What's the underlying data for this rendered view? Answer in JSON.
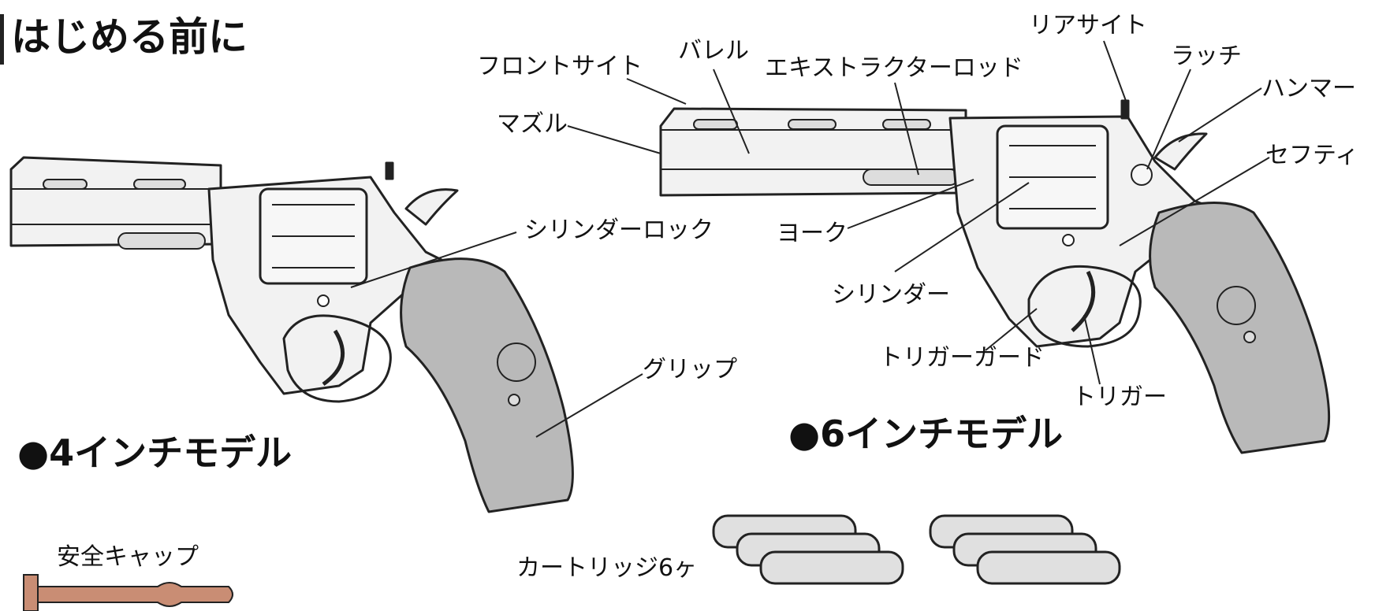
{
  "title": "はじめる前に",
  "models": {
    "four_inch": "●4インチモデル",
    "six_inch": "●6インチモデル"
  },
  "labels": {
    "front_sight": "フロントサイト",
    "barrel": "バレル",
    "extractor_rod": "エキストラクターロッド",
    "rear_sight": "リアサイト",
    "latch": "ラッチ",
    "hammer": "ハンマー",
    "muzzle": "マズル",
    "safety": "セフティ",
    "cylinder_lock": "シリンダーロック",
    "yoke": "ヨーク",
    "cylinder": "シリンダー",
    "grip": "グリップ",
    "trigger_guard": "トリガーガード",
    "trigger": "トリガー",
    "safety_cap": "安全キャップ",
    "cartridges": "カートリッジ6ヶ"
  },
  "colors": {
    "line": "#222222",
    "gun_fill": "#f2f2f2",
    "grip_fill": "#b9b9b9",
    "cartridge_fill": "#e0e0e0",
    "safety_cap": "#c98d74"
  }
}
